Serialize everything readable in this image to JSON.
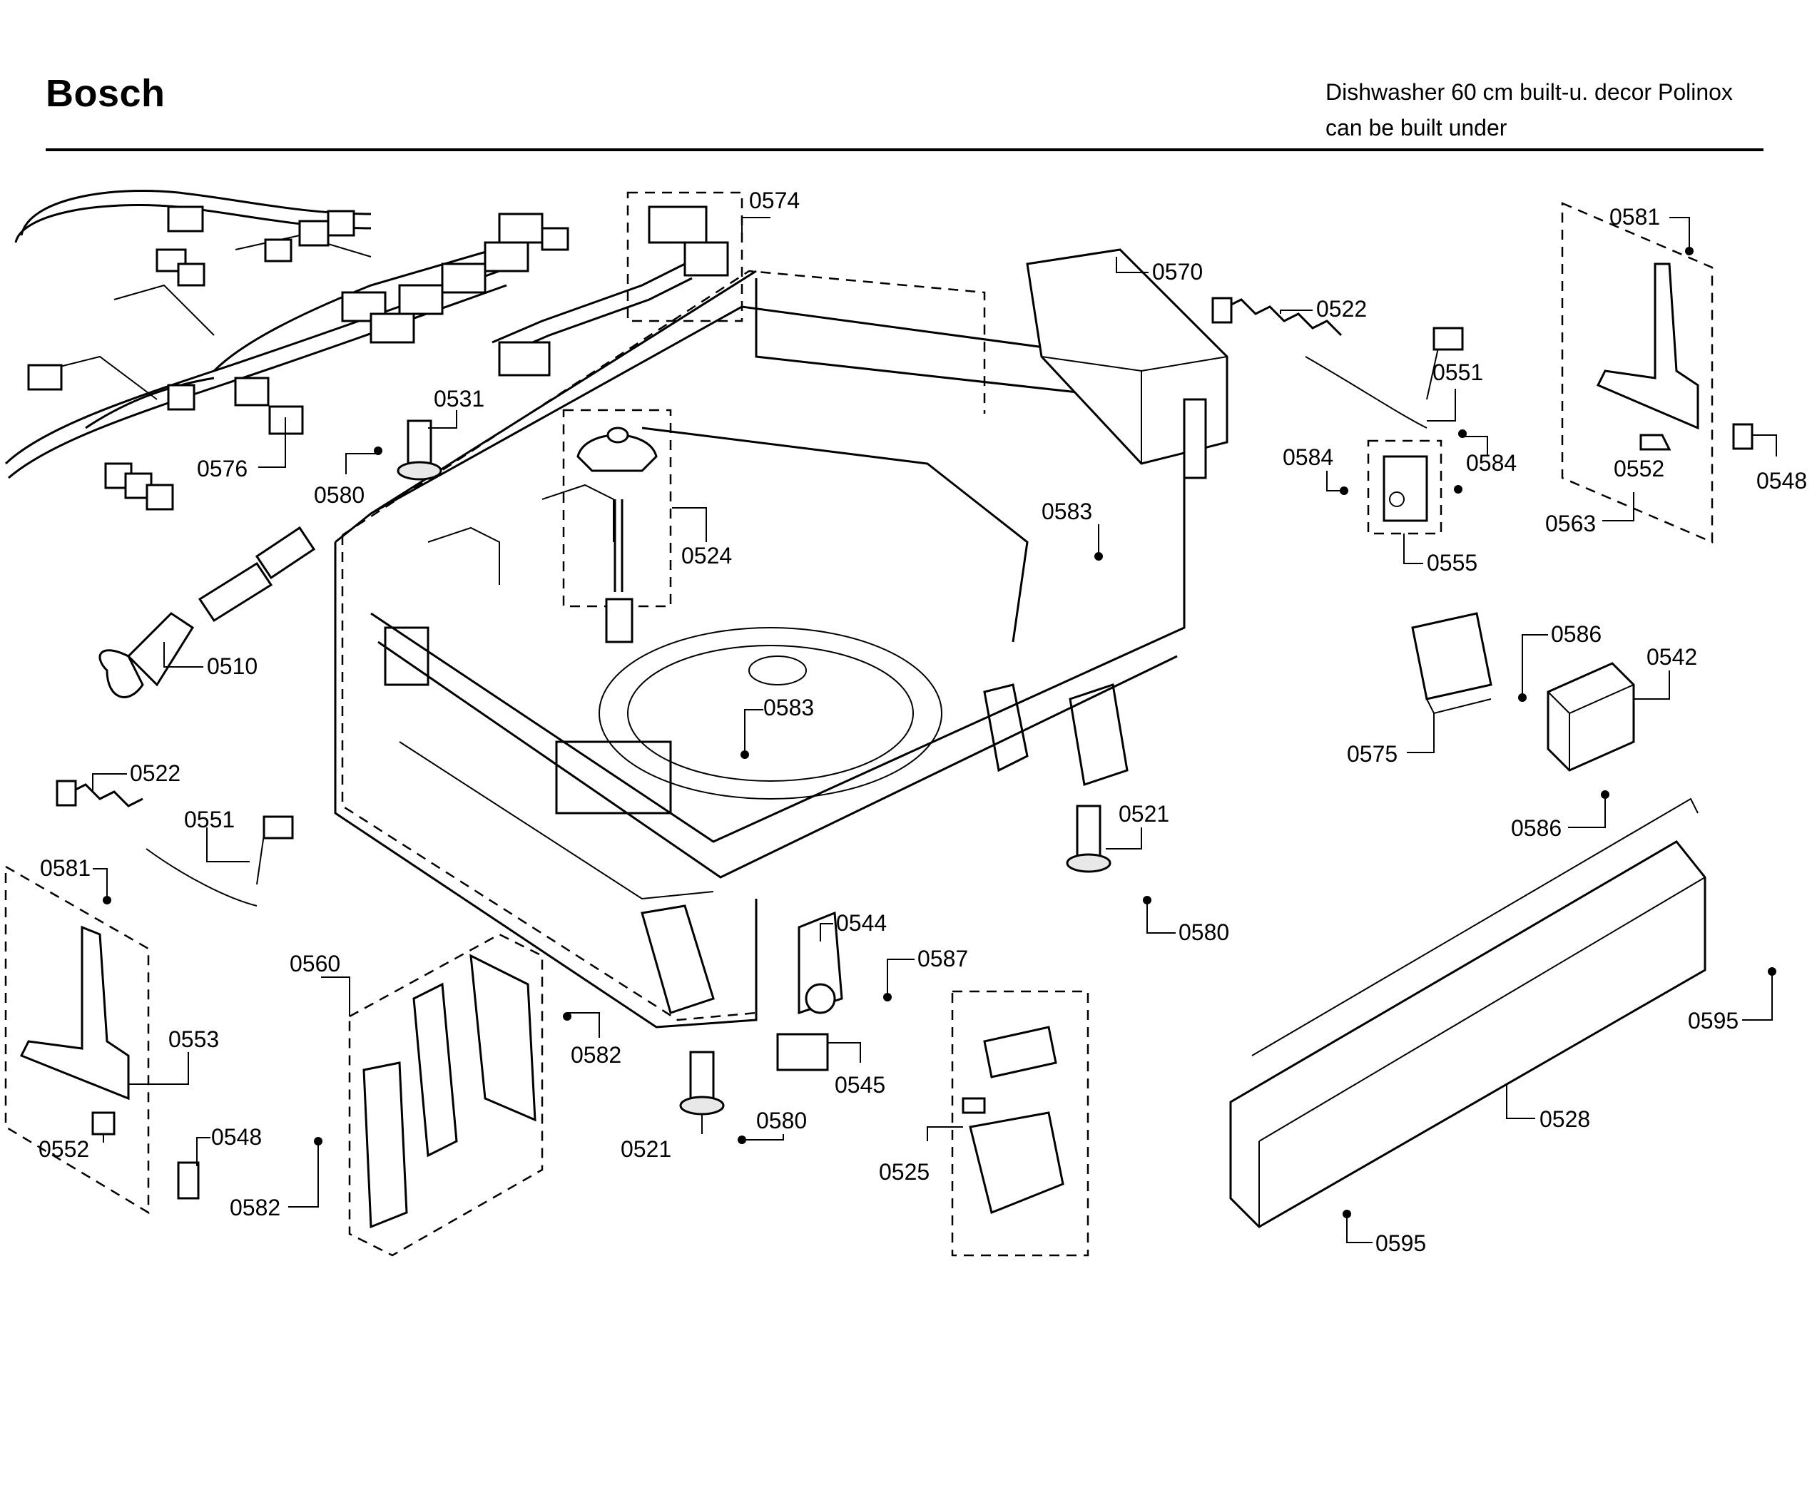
{
  "header": {
    "brand": "Bosch",
    "title_line1": "Dishwasher 60 cm built-u. decor Polinox",
    "title_line2": "can be built under"
  },
  "callouts": [
    "0574",
    "0576",
    "0531",
    "0580",
    "0510",
    "0524",
    "0570",
    "0522",
    "0551",
    "0584",
    "0584",
    "0583",
    "0555",
    "0581",
    "0552",
    "0548",
    "0563",
    "0586",
    "0542",
    "0575",
    "0586",
    "0583",
    "0522",
    "0551",
    "0521",
    "0580",
    "0581",
    "0553",
    "0552",
    "0548",
    "0560",
    "0582",
    "0582",
    "0544",
    "0587",
    "0545",
    "0521",
    "0580",
    "0525",
    "0595",
    "0528",
    "0595"
  ]
}
